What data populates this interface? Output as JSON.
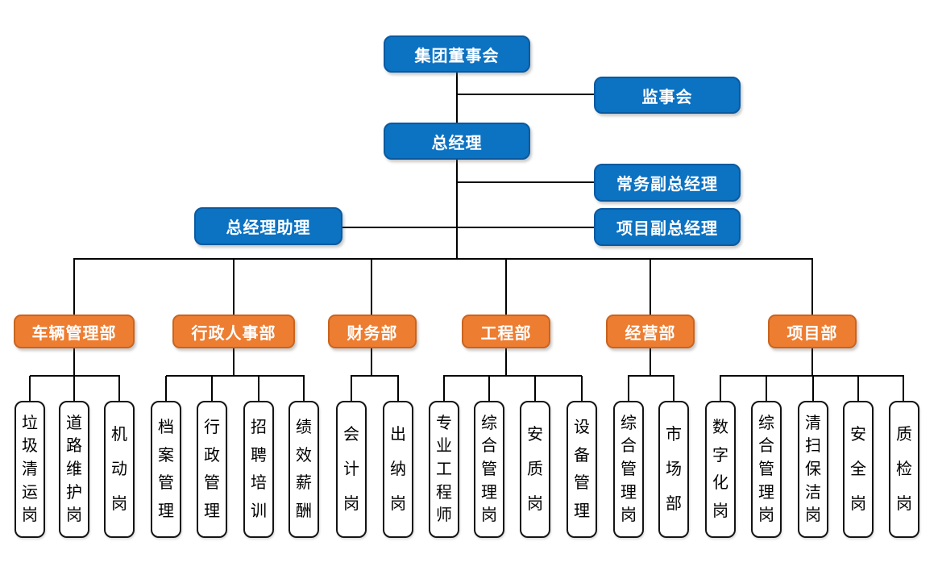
{
  "colors": {
    "management_blue": "#0c72c2",
    "department_orange": "#ed7d31",
    "position_border_black": "#141414",
    "connector_black": "#000000",
    "background_white": "#ffffff"
  },
  "org": {
    "board": "集团董事会",
    "supervisory_board": "监事会",
    "general_manager": "总经理",
    "executive_deputy_gm": "常务副总经理",
    "gm_assistant": "总经理助理",
    "project_deputy_gm": "项目副总经理",
    "departments": [
      {
        "label": "车辆管理部",
        "children": [
          "垃圾清运岗",
          "道路维护岗",
          "机动岗"
        ]
      },
      {
        "label": "行政人事部",
        "children": [
          "档案管理",
          "行政管理",
          "招聘培训",
          "绩效薪酬"
        ]
      },
      {
        "label": "财务部",
        "children": [
          "会计岗",
          "出纳岗"
        ]
      },
      {
        "label": "工程部",
        "children": [
          "专业工程师",
          "综合管理岗",
          "安质岗",
          "设备管理"
        ]
      },
      {
        "label": "经营部",
        "children": [
          "综合管理岗",
          "市场部"
        ]
      },
      {
        "label": "项目部",
        "children": [
          "数字化岗",
          "综合管理岗",
          "清扫保洁岗",
          "安全岗",
          "质检岗"
        ]
      }
    ]
  }
}
